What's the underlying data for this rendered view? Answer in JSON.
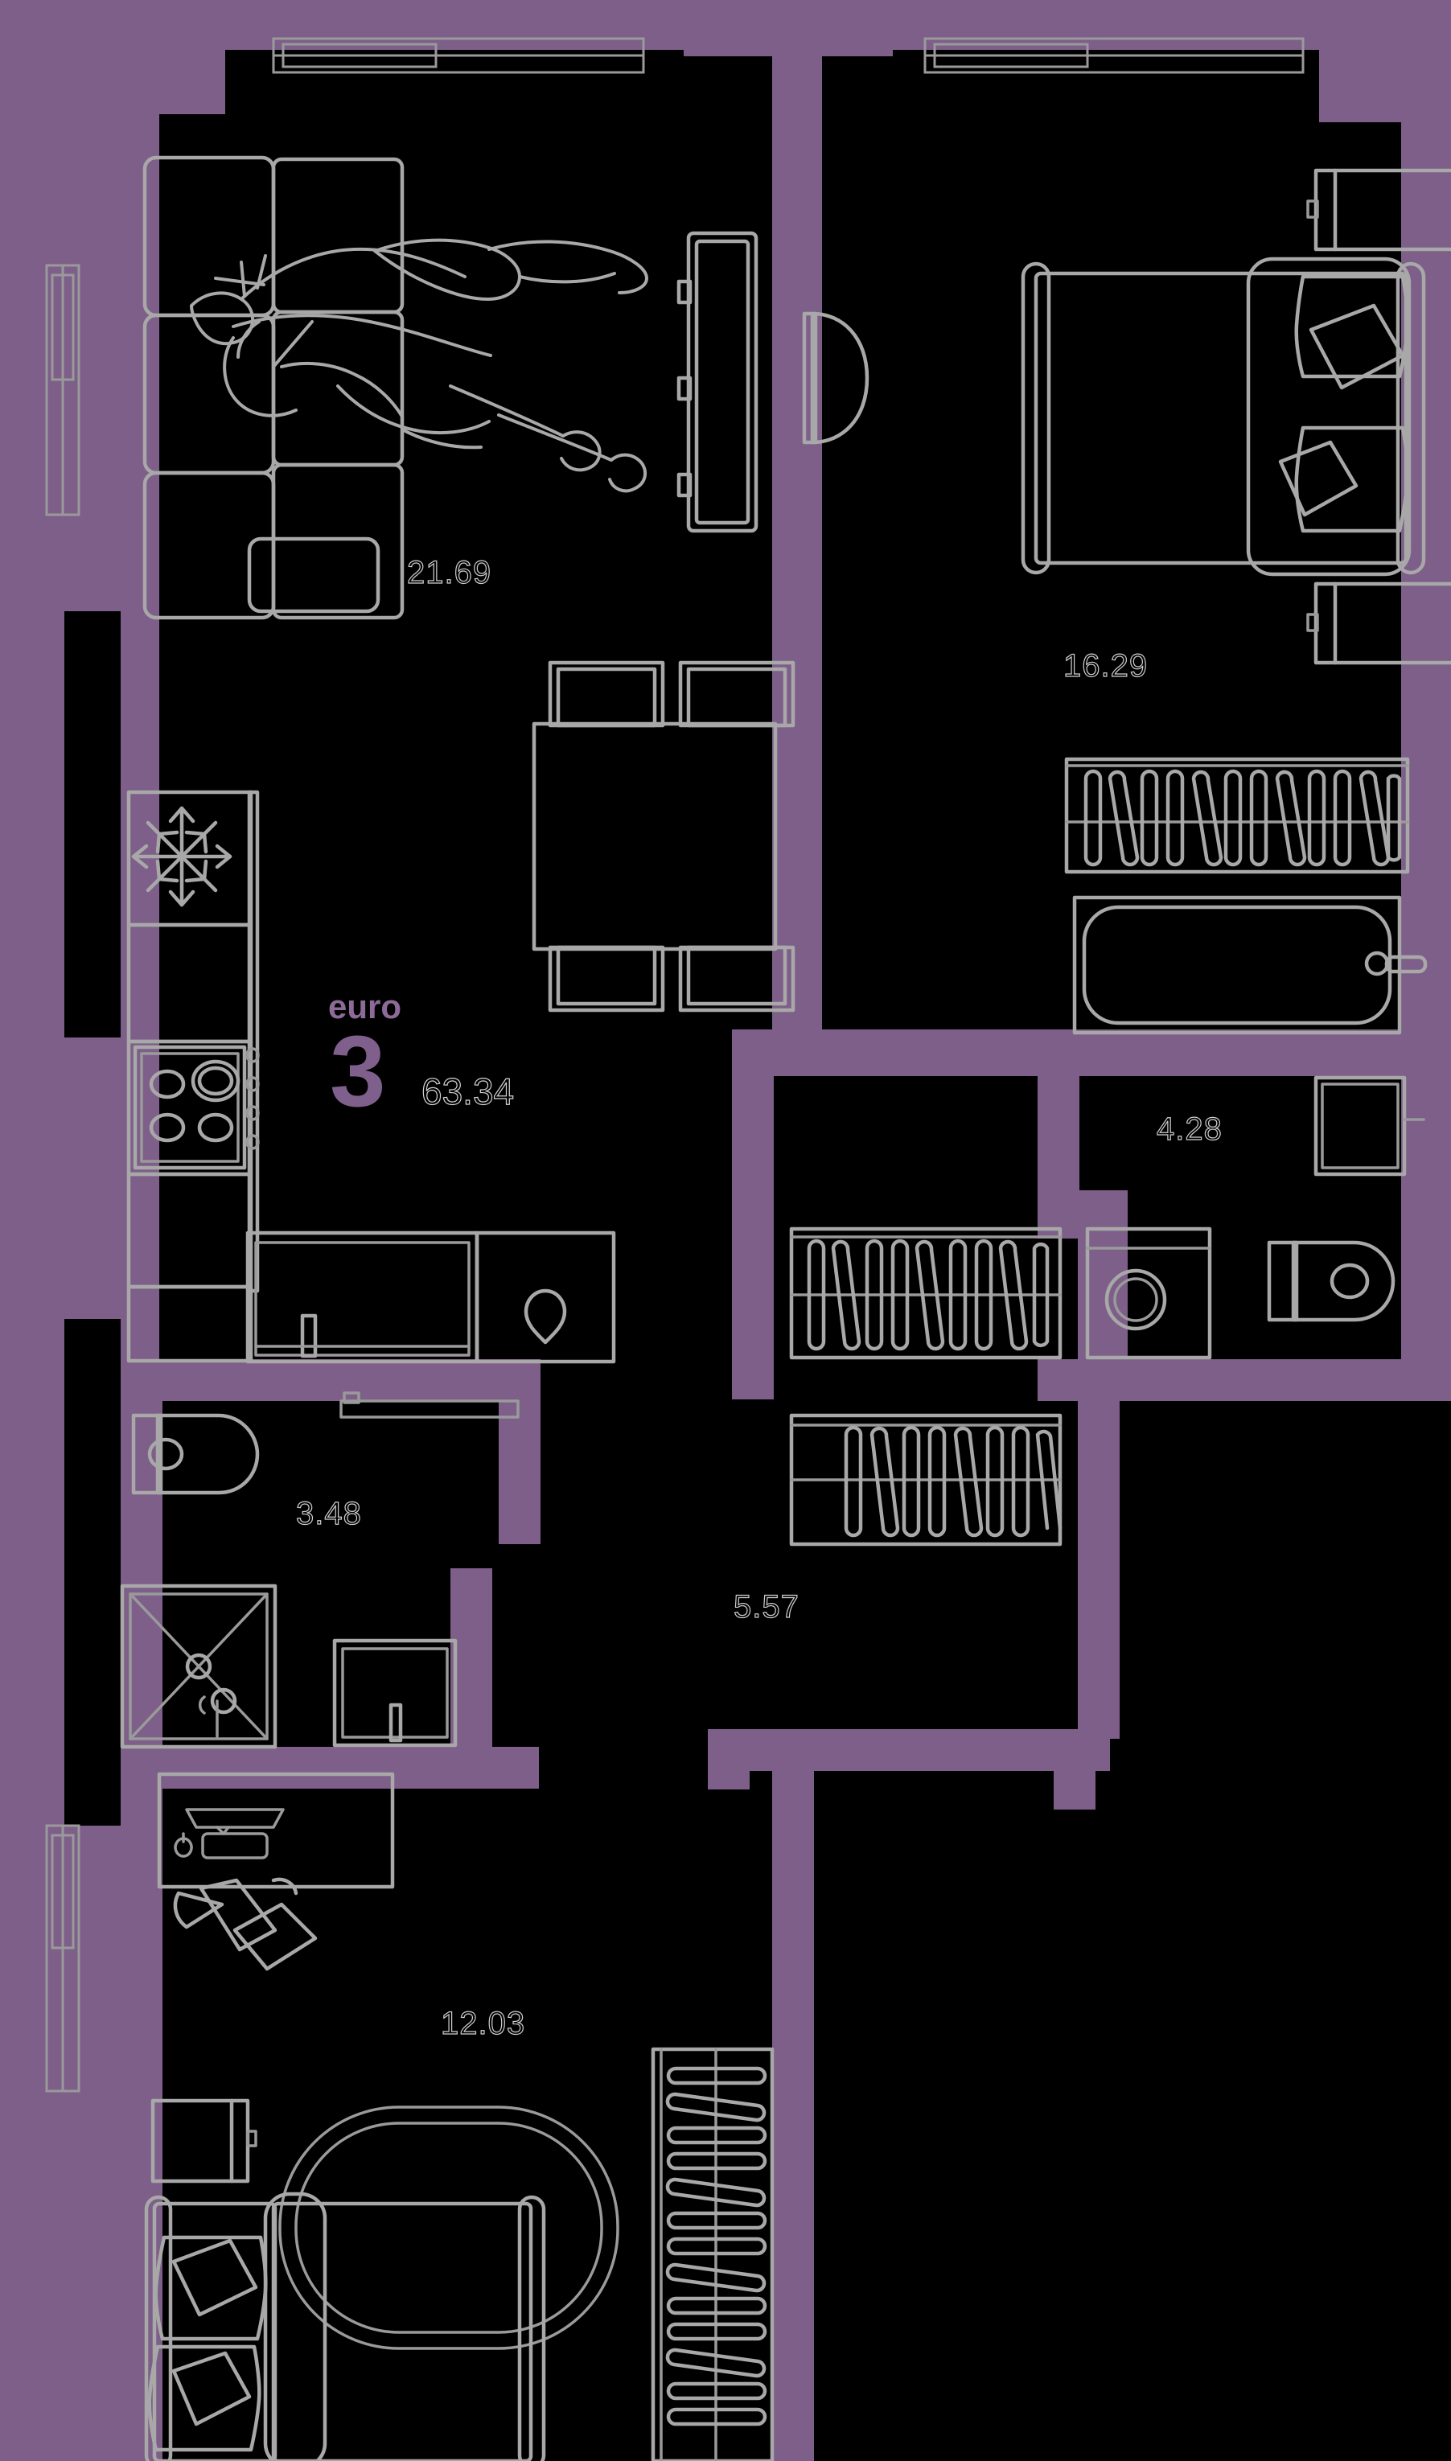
{
  "plan": {
    "type": "apartment-floor-plan",
    "layout_name": "euro",
    "rooms_count_label": "3",
    "total_area": "63.34",
    "units": "m2",
    "background_color": "#000000",
    "wall_color": "#7d5f89",
    "furniture_color": "#a8a8a8",
    "accent_color": "#7f5f8c",
    "label_color": "#cfcfcf"
  },
  "badge": {
    "word": "euro",
    "rooms": "3",
    "area": "63.34"
  },
  "rooms": [
    {
      "id": "living-kitchen",
      "area": "21.69"
    },
    {
      "id": "bedroom-master",
      "area": "16.29"
    },
    {
      "id": "bathroom-main",
      "area": "4.28"
    },
    {
      "id": "bathroom-guest",
      "area": "3.48"
    },
    {
      "id": "hallway",
      "area": "5.57"
    },
    {
      "id": "bedroom-second",
      "area": "12.03"
    }
  ],
  "fixtures": {
    "living_kitchen": [
      "sofa-sectional",
      "person-reclining",
      "tv-unit",
      "dining-table",
      "dining-chair",
      "refrigerator",
      "cooktop",
      "sink",
      "dishwasher",
      "countertop"
    ],
    "bedroom_master": [
      "double-bed",
      "pillow",
      "nightstand",
      "radiator",
      "window"
    ],
    "bathroom_main": [
      "bathtub",
      "toilet",
      "washbasin",
      "washing-machine",
      "radiator-towel"
    ],
    "bathroom_guest": [
      "shower-tray",
      "toilet",
      "washbasin",
      "sink-cabinet"
    ],
    "hallway": [
      "wardrobe-rail",
      "radiator-towel"
    ],
    "bedroom_second": [
      "desk",
      "desk-chair",
      "double-bed",
      "pillow",
      "nightstand",
      "rug",
      "radiator",
      "window"
    ]
  },
  "icons": {
    "snowflake": "refrigerator-icon",
    "burners": "cooktop-icon",
    "faucet": "sink-icon",
    "coil": "radiator-icon"
  }
}
